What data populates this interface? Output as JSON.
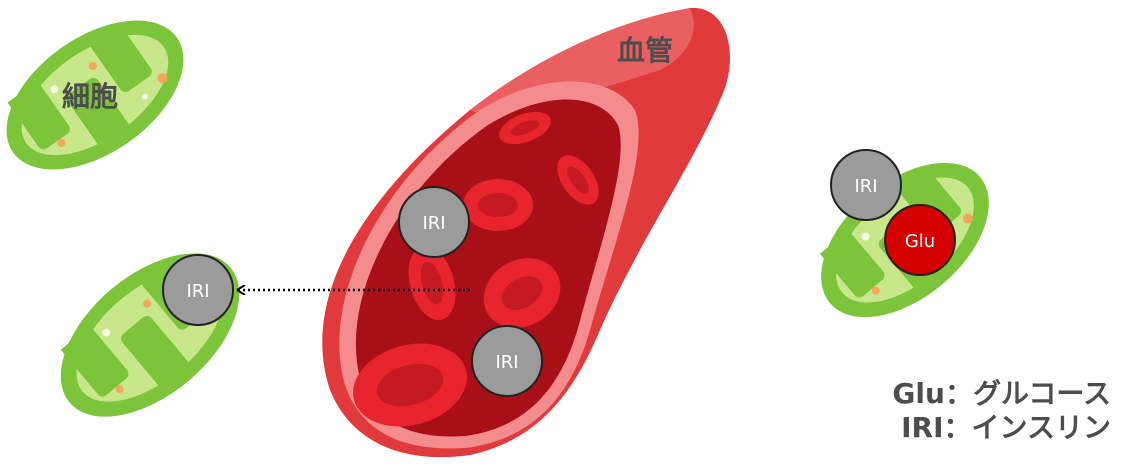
{
  "labels": {
    "cell": "細胞",
    "vessel": "血管"
  },
  "markers": {
    "insulin": "IRI",
    "glucose": "Glu"
  },
  "legend": [
    {
      "abbr": "Glu",
      "sep": "：",
      "meaning": "グルコース"
    },
    {
      "abbr": "IRI",
      "sep": "：",
      "meaning": "インスリン"
    }
  ],
  "colors": {
    "cell_fill": "#7cc43a",
    "cell_inner": "#c8e68a",
    "vessel_outer": "#e03a3c",
    "vessel_inner": "#a90f17",
    "rbc": "#e8242f",
    "insulin_circle": "#9b9b9b",
    "glucose_circle": "#d40000"
  }
}
